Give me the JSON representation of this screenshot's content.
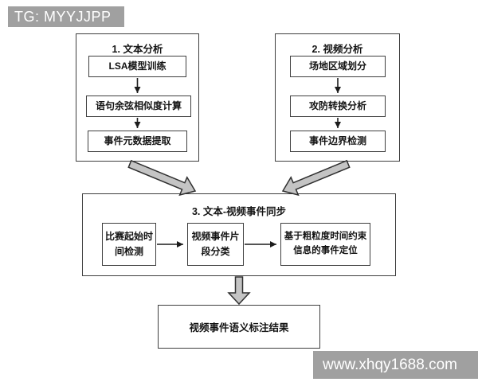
{
  "watermark_top": {
    "text": "TG: MYYJJPP"
  },
  "watermark_bottom": {
    "text": "www.xhqy1688.com"
  },
  "colors": {
    "background": "#ffffff",
    "watermark_bg": "#a0a0a0",
    "watermark_text": "#ffffff",
    "box_border": "#3f3f3f",
    "text": "#141414",
    "block_arrow_fill": "#c4c4c4",
    "block_arrow_outline": "#2f2f2f",
    "thin_arrow": "#1c1c1c"
  },
  "flow": {
    "group1": {
      "title": "1. 文本分析",
      "steps": [
        "LSA模型训练",
        "语句余弦相似度计算",
        "事件元数据提取"
      ]
    },
    "group2": {
      "title": "2. 视频分析",
      "steps": [
        "场地区域划分",
        "攻防转换分析",
        "事件边界检测"
      ]
    },
    "group3": {
      "title": "3. 文本-视频事件同步",
      "steps": [
        "比赛起始时间检测",
        "视频事件片段分类",
        "基于粗粒度时间约束信息的事件定位"
      ]
    },
    "result": {
      "label": "视频事件语义标注结果"
    }
  }
}
